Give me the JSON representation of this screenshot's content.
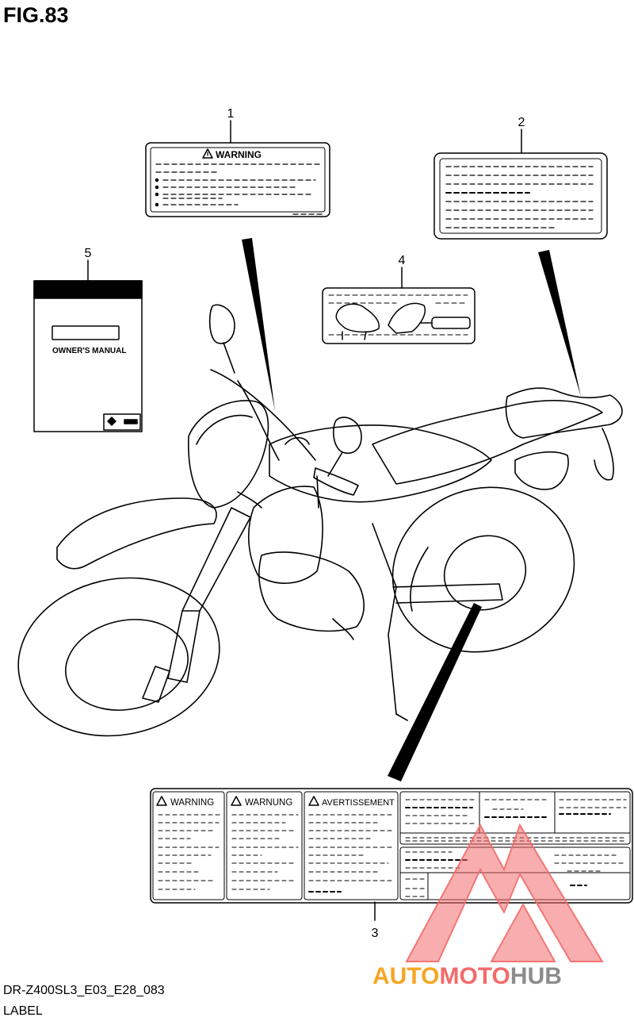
{
  "figure": {
    "title": "FIG.83",
    "code": "DR-Z400SL3_E03_E28_083",
    "section": "LABEL"
  },
  "callouts": [
    {
      "number": "1"
    },
    {
      "number": "2"
    },
    {
      "number": "3"
    },
    {
      "number": "4"
    },
    {
      "number": "5"
    }
  ],
  "label1": {
    "heading": "WARNING"
  },
  "manual": {
    "title": "OWNER'S MANUAL"
  },
  "label3": {
    "panels": [
      {
        "heading": "WARNING"
      },
      {
        "heading": "WARNUNG"
      },
      {
        "heading": "AVERTISSEMENT"
      }
    ]
  },
  "watermark": {
    "part1": "AUTO",
    "part2": "MOTO",
    "part3": "HUB",
    "colors": {
      "auto": "#f5a623",
      "moto": "#f26b6b",
      "hub": "#8c8c8c",
      "logo": "#f26b6b"
    }
  }
}
